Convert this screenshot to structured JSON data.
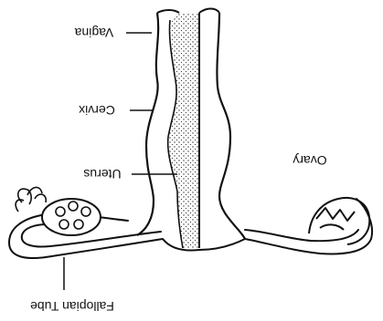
{
  "diagram": {
    "orientation": "rotated-180",
    "labels": {
      "vagina": "Vagina",
      "cervix": "Cervix",
      "uterus": "Uterus",
      "ovary": "Ovary",
      "fallopian_tube": "Fallopian Tube"
    },
    "colors": {
      "line": "#111111",
      "stipple": "#333333",
      "background": "#ffffff"
    }
  }
}
